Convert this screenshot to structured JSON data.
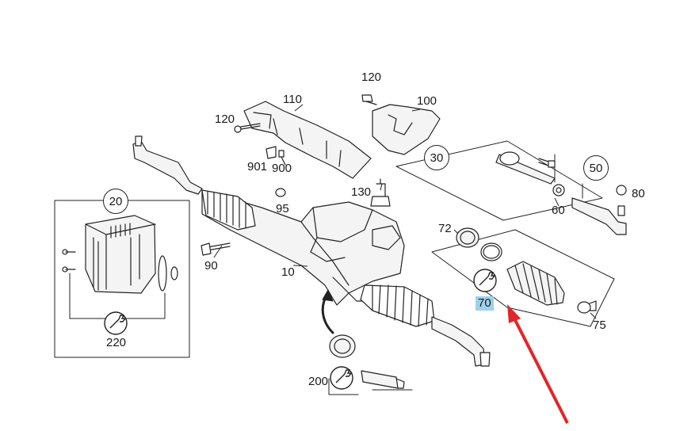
{
  "labels": {
    "l10": "10",
    "l20": "20",
    "l30": "30",
    "l50": "50",
    "l60": "60",
    "l70": "70",
    "l72": "72",
    "l75": "75",
    "l80": "80",
    "l90": "90",
    "l95": "95",
    "l100": "100",
    "l110": "110",
    "l120a": "120",
    "l120b": "120",
    "l130": "130",
    "l200": "200",
    "l220": "220",
    "l900": "900",
    "l901": "901"
  },
  "colors": {
    "line": "#222222",
    "highlight": "#9fd1ec",
    "arrow": "#e0262a",
    "part_fill": "#f4f4f4"
  },
  "icons": [
    "wrench-icon",
    "arrow-icon"
  ]
}
